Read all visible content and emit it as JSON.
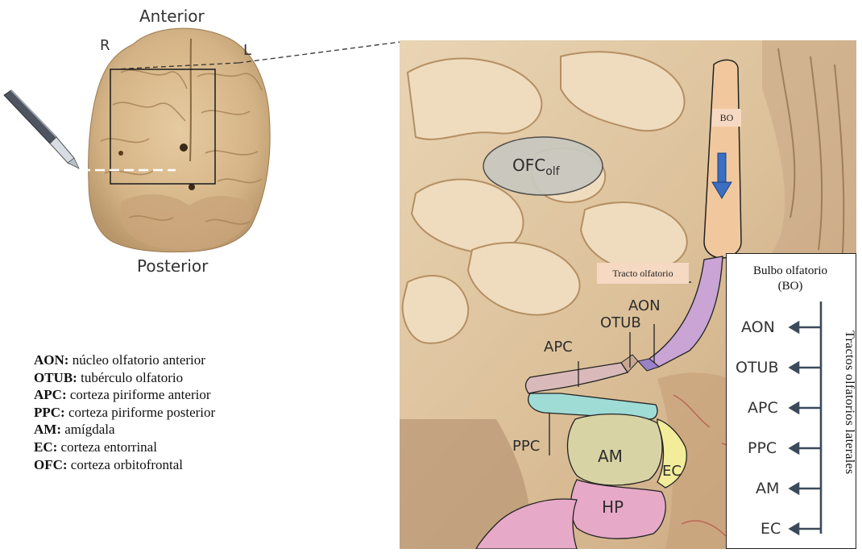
{
  "brain": {
    "anterior": "Anterior",
    "posterior": "Posterior",
    "right": "R",
    "left": "L"
  },
  "legend": [
    {
      "abbr": "AON:",
      "text": " núcleo olfatorio anterior"
    },
    {
      "abbr": "OTUB:",
      "text": " tubérculo olfatorio"
    },
    {
      "abbr": "APC:",
      "text": " corteza piriforme anterior"
    },
    {
      "abbr": "PPC:",
      "text": " corteza piriforme posterior"
    },
    {
      "abbr": "AM:",
      "text": " amígdala"
    },
    {
      "abbr": "EC:",
      "text": " corteza entorrinal"
    },
    {
      "abbr": "OFC:",
      "text": " corteza orbitofrontal"
    }
  ],
  "regions": {
    "ofc": "OFC",
    "ofc_sub": "olf",
    "bo": "BO",
    "tracto": "Tracto olfatorio",
    "aon": "AON",
    "otub": "OTUB",
    "apc": "APC",
    "ppc": "PPC",
    "am": "AM",
    "ec": "EC",
    "hp": "HP"
  },
  "tract_box": {
    "title_line1": "Bulbo olfatorio",
    "title_line2": "(BO)",
    "items": [
      "AON",
      "OTUB",
      "APC",
      "PPC",
      "AM",
      "EC"
    ],
    "vertical_label": "Tractos olfatorios laterales"
  },
  "colors": {
    "bulb": "#f1c89e",
    "tract_purple": "#c9a4d4",
    "apc": "#d9b9b9",
    "ppc": "#9fdcd6",
    "am": "#d8d3a4",
    "ec": "#f3ec9a",
    "hp": "#e7a9c8",
    "arrow_blue": "#3a6fc2",
    "ofc_ellipse": "#c8c8c0"
  }
}
